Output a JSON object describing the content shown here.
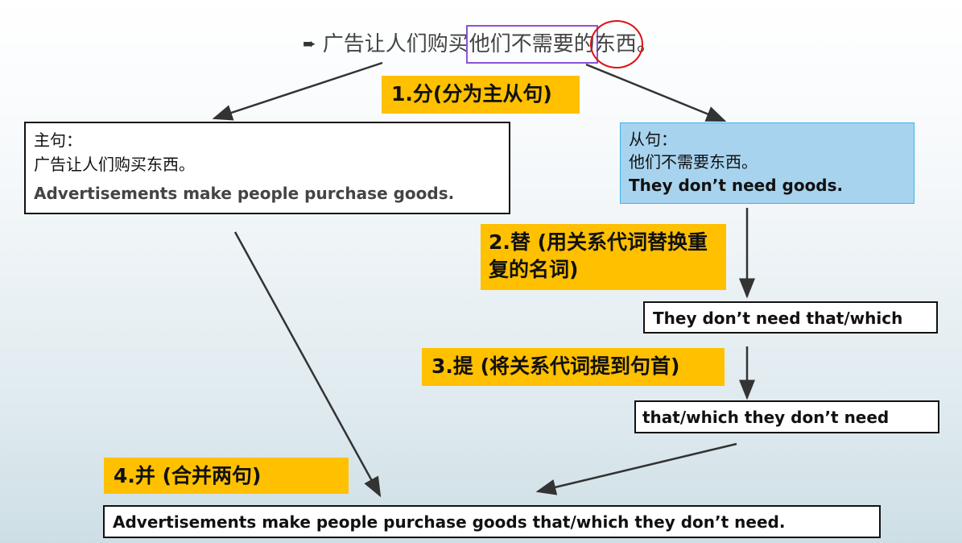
{
  "title": {
    "bullet_icon": "arrow-bullet",
    "part1": "广告让人们购买",
    "part2": "他们不需要的",
    "part3": "东西",
    "part4": "。"
  },
  "steps": [
    {
      "label": "1.分(分为主从句)"
    },
    {
      "label": "2.替 (用关系代词替换重复的名词)"
    },
    {
      "label": "3.提 (将关系代词提到句首)"
    },
    {
      "label": "4.并 (合并两句)"
    }
  ],
  "main_clause": {
    "heading": "主句：",
    "cn": "广告让人们购买东西。",
    "en": "Advertisements make people purchase goods."
  },
  "sub_clause": {
    "heading": "从句：",
    "cn": "他们不需要东西。",
    "en": "They don’t need goods."
  },
  "replaced": "They don’t need that/which",
  "moved": "that/which they don’t need",
  "final": "Advertisements make people purchase goods that/which they don’t need.",
  "colors": {
    "label_bg": "#ffc000",
    "sub_bg": "#a7d3ee",
    "purple": "#8a55d6",
    "red": "#e01010"
  }
}
